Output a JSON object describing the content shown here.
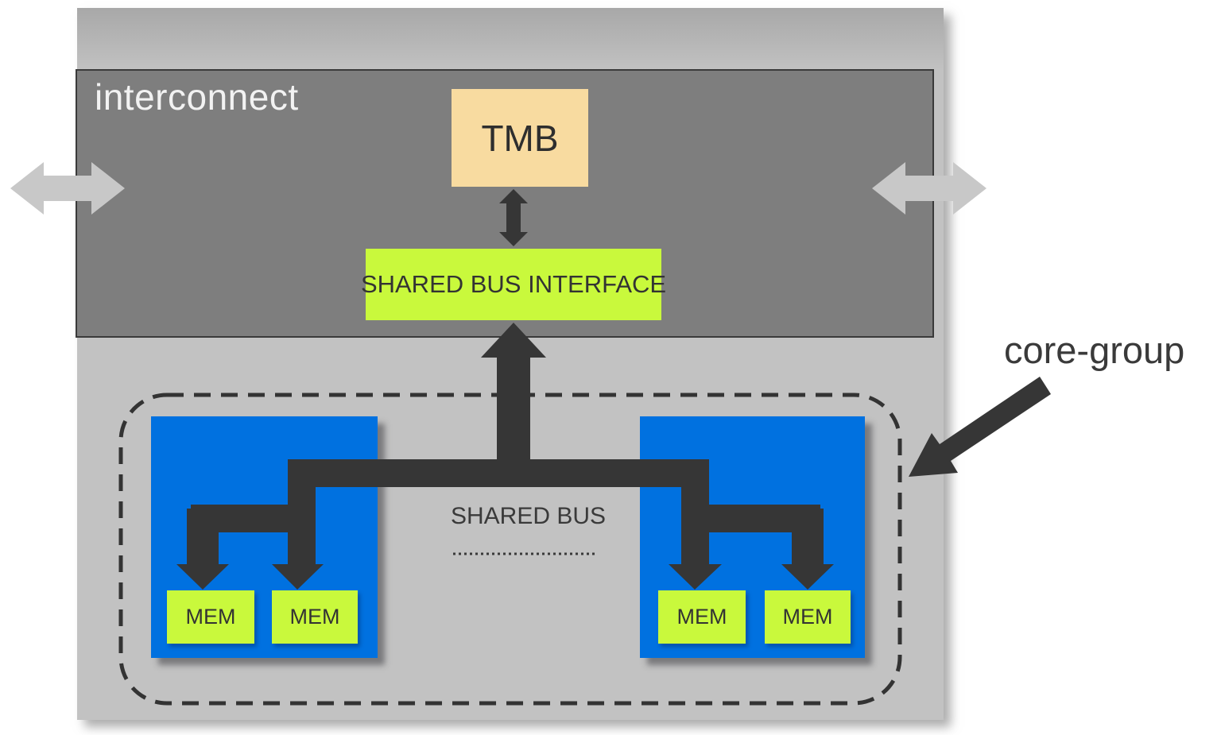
{
  "colors": {
    "page_bg": "#ffffff",
    "outer_box": "#c2c2c2",
    "outer_box_top_shade": "#a8a8a8",
    "interconnect_band": "#7e7e7e",
    "interconnect_border": "#3a3a3a",
    "core_box_blue": "#0071e0",
    "highlight_green": "#c9f93c",
    "tmb_tan": "#f8dba0",
    "dark_arrow": "#363636",
    "light_gray_arrow": "#c8c8c8",
    "label_light": "#f2f2f2",
    "label_dark": "#333333"
  },
  "interconnect": {
    "label": "interconnect"
  },
  "tmb": {
    "label": "TMB"
  },
  "shared_bus_interface": {
    "label": "SHARED BUS INTERFACE"
  },
  "shared_bus": {
    "label": "SHARED BUS"
  },
  "core_group": {
    "label": "core-group"
  },
  "core_groups": [
    {
      "mems": [
        {
          "label": "MEM"
        },
        {
          "label": "MEM"
        }
      ]
    },
    {
      "mems": [
        {
          "label": "MEM"
        },
        {
          "label": "MEM"
        }
      ]
    }
  ],
  "icons": [
    "bidirectional-horizontal-arrow-left-icon",
    "bidirectional-horizontal-arrow-right-icon",
    "bidirectional-vertical-arrow-icon",
    "shared-bus-trunk-arrow-icon",
    "core-group-pointer-arrow-icon",
    "dashed-core-group-outline",
    "dotted-divider-line"
  ]
}
